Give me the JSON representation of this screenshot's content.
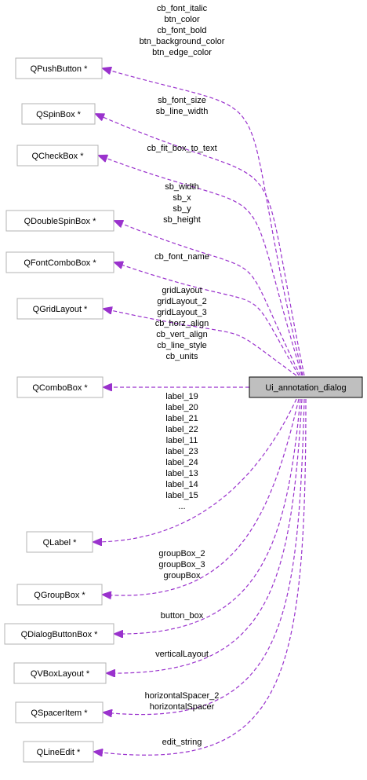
{
  "diagram": {
    "main_node": "Ui_annotation_dialog",
    "edge_color": "#9a32cd",
    "nodes": [
      {
        "id": "qpushbutton",
        "label": "QPushButton *",
        "members": [
          "cb_font_italic",
          "btn_color",
          "cb_font_bold",
          "btn_background_color",
          "btn_edge_color"
        ]
      },
      {
        "id": "qspinbox",
        "label": "QSpinBox *",
        "members": [
          "sb_font_size",
          "sb_line_width"
        ]
      },
      {
        "id": "qcheckbox",
        "label": "QCheckBox *",
        "members": [
          "cb_fit_box_to_text"
        ]
      },
      {
        "id": "qdoublespinbox",
        "label": "QDoubleSpinBox *",
        "members": [
          "sb_width",
          "sb_x",
          "sb_y",
          "sb_height"
        ]
      },
      {
        "id": "qfontcombobox",
        "label": "QFontComboBox *",
        "members": [
          "cb_font_name"
        ]
      },
      {
        "id": "qgridlayout",
        "label": "QGridLayout *",
        "members": [
          "gridLayout",
          "gridLayout_2",
          "gridLayout_3"
        ]
      },
      {
        "id": "qcombobox",
        "label": "QComboBox *",
        "members": [
          "cb_horz_align",
          "cb_vert_align",
          "cb_line_style",
          "cb_units"
        ]
      },
      {
        "id": "qlabel",
        "label": "QLabel *",
        "members": [
          "label_19",
          "label_20",
          "label_21",
          "label_22",
          "label_11",
          "label_23",
          "label_24",
          "label_13",
          "label_14",
          "label_15",
          "..."
        ]
      },
      {
        "id": "qgroupbox",
        "label": "QGroupBox *",
        "members": [
          "groupBox_2",
          "groupBox_3",
          "groupBox"
        ]
      },
      {
        "id": "qdialogbuttonbox",
        "label": "QDialogButtonBox *",
        "members": [
          "button_box"
        ]
      },
      {
        "id": "qvboxlayout",
        "label": "QVBoxLayout *",
        "members": [
          "verticalLayout"
        ]
      },
      {
        "id": "qspaceritem",
        "label": "QSpacerItem *",
        "members": [
          "horizontalSpacer_2",
          "horizontalSpacer"
        ]
      },
      {
        "id": "qlineedit",
        "label": "QLineEdit *",
        "members": [
          "edit_string"
        ]
      }
    ]
  }
}
